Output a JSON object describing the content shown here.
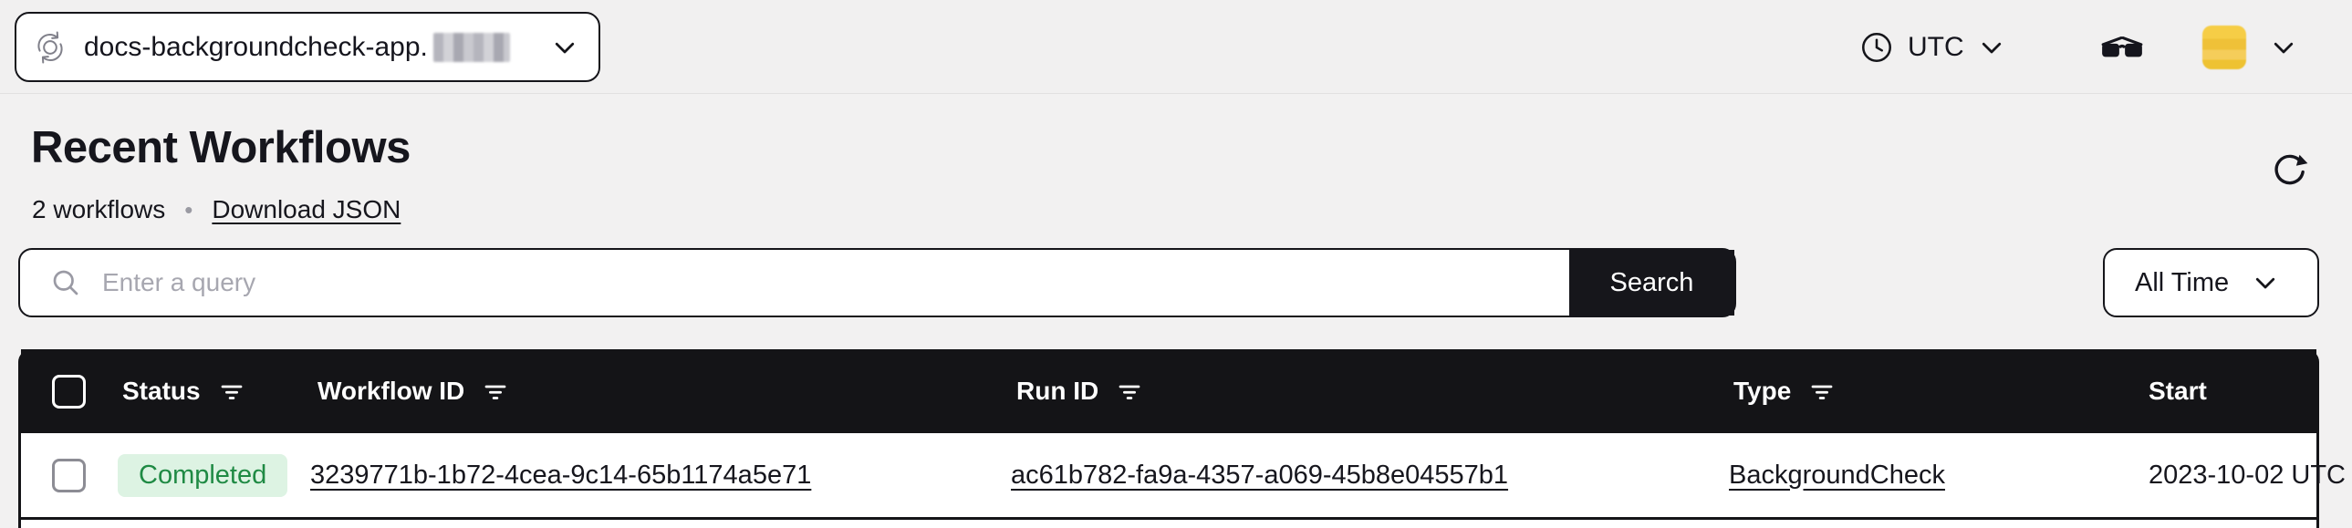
{
  "top_bar": {
    "namespace": {
      "label": "docs-backgroundcheck-app.",
      "redacted_suffix": true
    },
    "timezone": {
      "label": "UTC"
    }
  },
  "header": {
    "title": "Recent Workflows",
    "count": "2 workflows",
    "dot": "•",
    "download_label": "Download JSON"
  },
  "search": {
    "placeholder": "Enter a query",
    "button_label": "Search"
  },
  "time_filter": {
    "value": "All Time"
  },
  "table": {
    "columns": [
      {
        "label": "Status",
        "filterable": true
      },
      {
        "label": "Workflow ID",
        "filterable": true
      },
      {
        "label": "Run ID",
        "filterable": true
      },
      {
        "label": "Type",
        "filterable": true
      },
      {
        "label": "Start",
        "filterable": false
      }
    ],
    "rows": [
      {
        "status": "Completed",
        "workflow_id": "3239771b-1b72-4cea-9c14-65b1174a5e71",
        "run_id": "ac61b782-fa9a-4357-a069-45b8e04557b1",
        "type": "BackgroundCheck",
        "start": "2023-10-02 UTC"
      }
    ]
  },
  "icons": {
    "namespace": "sync-circle-icon",
    "timezone": "clock-icon",
    "labs": "glasses-icon",
    "refresh": "refresh-icon",
    "search": "magnifier-icon",
    "filter": "filter-lines-icon",
    "chevron": "chevron-down-icon"
  },
  "colors": {
    "page_bg": "#f2f1f1",
    "dark_border": "#15151a",
    "table_header_bg": "#141417",
    "badge_bg": "#ddf3e3",
    "badge_text": "#1f8a44",
    "avatar_yellow": "#f2c83d",
    "placeholder_gray": "#a7a7b0"
  }
}
